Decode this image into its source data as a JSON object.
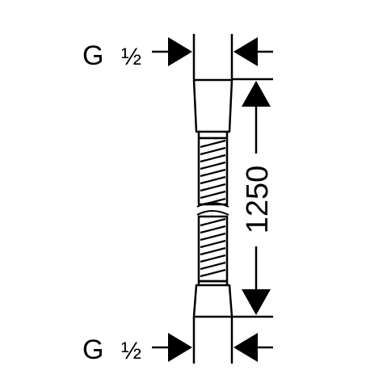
{
  "top_thread_label": {
    "letter": "G",
    "size": "½"
  },
  "bottom_thread_label": {
    "letter": "G",
    "size": "½"
  },
  "length_dimension": "1250"
}
